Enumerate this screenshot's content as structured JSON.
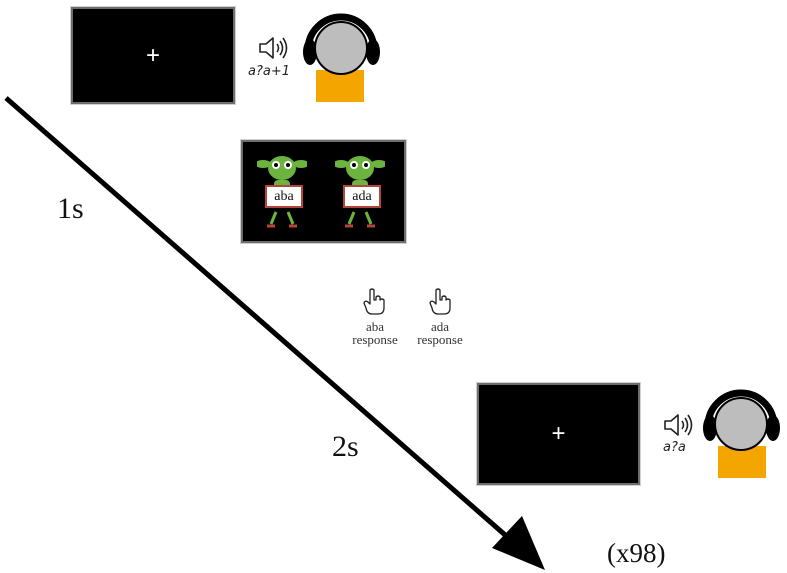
{
  "trial_start": {
    "fixation": "+",
    "stimulus_label": "a?a+1",
    "icons": [
      "speaker-icon",
      "listener-with-headphones-icon"
    ]
  },
  "choice_screen": {
    "option_left": "aba",
    "option_right": "ada",
    "icons": [
      "alien-character-icon",
      "alien-character-icon"
    ]
  },
  "responses": {
    "left_line1": "aba",
    "left_line2": "response",
    "right_line1": "ada",
    "right_line2": "response",
    "icons": [
      "pointing-hand-icon",
      "pointing-hand-icon"
    ]
  },
  "trial_next": {
    "fixation": "+",
    "stimulus_label": "a?a",
    "icons": [
      "speaker-icon",
      "listener-with-headphones-icon"
    ]
  },
  "timeline": {
    "interval_1": "1s",
    "interval_2": "2s",
    "repeat": "(x98)"
  },
  "colors": {
    "screen": "#000000",
    "alien": "#6db33f",
    "shirt": "#f5a500",
    "face": "#bdbdbd",
    "card_border": "#b5453a"
  }
}
